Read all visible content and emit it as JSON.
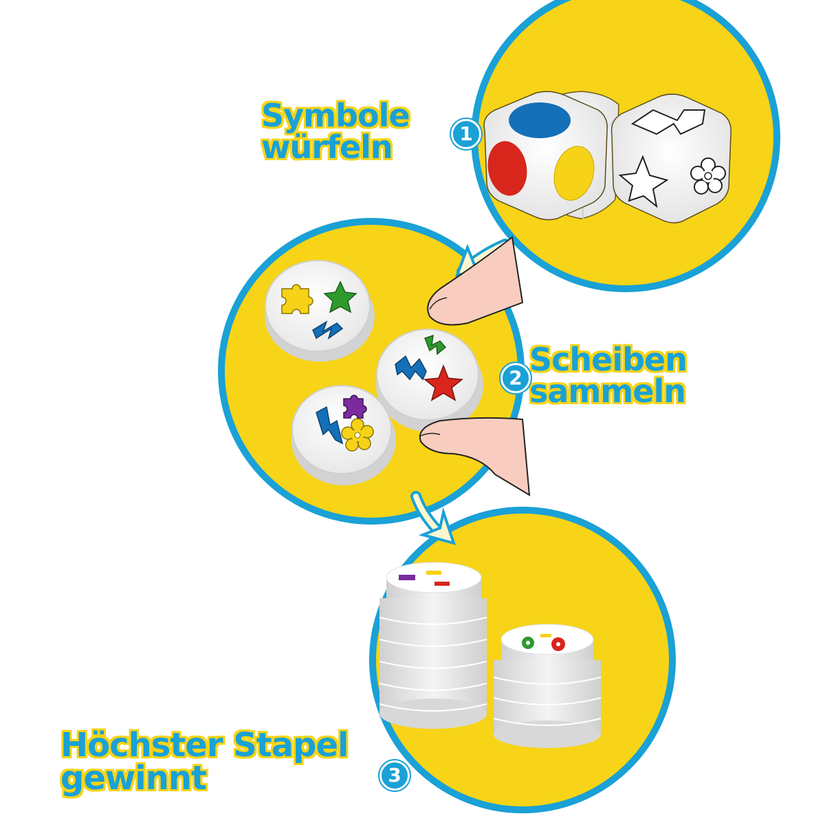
{
  "steps": [
    {
      "number": "1",
      "line1": "Symbole",
      "line2": "würfeln"
    },
    {
      "number": "2",
      "line1": "Scheiben",
      "line2": "sammeln"
    },
    {
      "number": "3",
      "line1": "Höchster Stapel",
      "line2": "gewinnt"
    }
  ],
  "colors": {
    "ring": "#1aa1d6",
    "fill": "#f7d417",
    "text": "#1aa1d6",
    "text_outline": "#f7d417",
    "background": "#ffffff",
    "red": "#d8261c",
    "blue": "#1470b8",
    "yellow": "#f6d318",
    "green": "#2e9a2e",
    "purple": "#7b2b9f"
  },
  "dice": {
    "color_die": [
      "blue",
      "red",
      "yellow"
    ],
    "symbol_die": [
      "lightning",
      "star",
      "flower"
    ]
  },
  "discs": [
    {
      "symbols": [
        "yellow-puzzle",
        "green-star",
        "blue-lightning"
      ]
    },
    {
      "symbols": [
        "green-lightning",
        "blue-lightning",
        "red-star"
      ]
    },
    {
      "symbols": [
        "purple-puzzle",
        "blue-lightning",
        "yellow-flower"
      ]
    }
  ],
  "stacks": [
    {
      "height": 7,
      "top_symbols": [
        "purple-puzzle",
        "yellow-lightning",
        "red-lightning"
      ]
    },
    {
      "height": 5,
      "top_symbols": [
        "green-flower",
        "yellow-lightning",
        "red-flower"
      ]
    }
  ]
}
